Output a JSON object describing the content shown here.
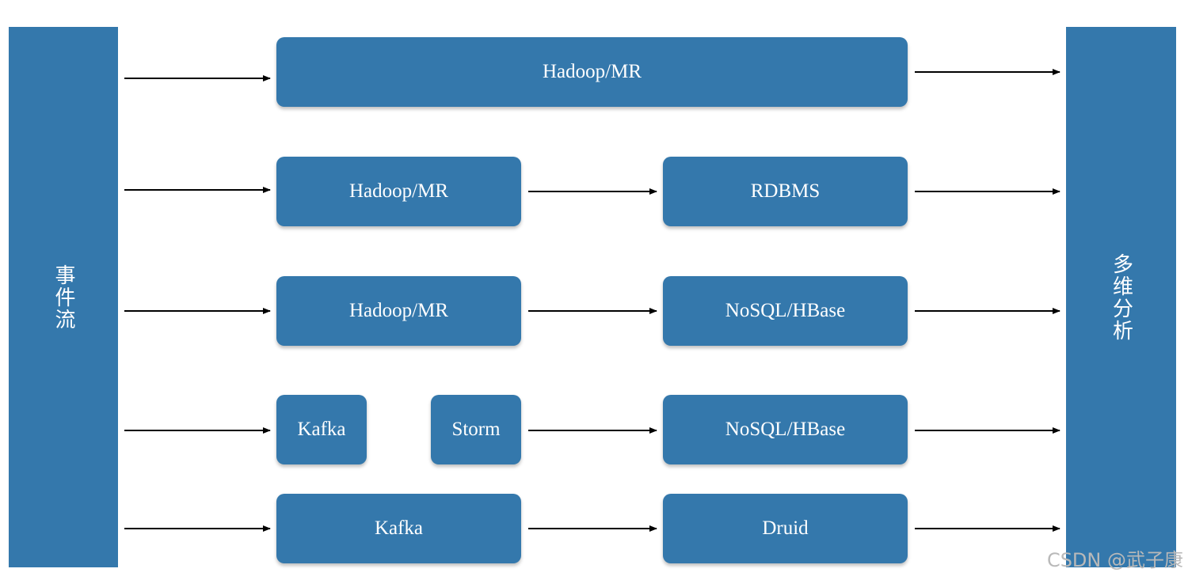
{
  "left_panel": {
    "label": "事件流"
  },
  "right_panel": {
    "label": "多维分析"
  },
  "rows": [
    {
      "stages": [
        "Hadoop/MR"
      ]
    },
    {
      "stages": [
        "Hadoop/MR",
        "RDBMS"
      ]
    },
    {
      "stages": [
        "Hadoop/MR",
        "NoSQL/HBase"
      ]
    },
    {
      "stages": [
        "Kafka",
        "Storm",
        "NoSQL/HBase"
      ]
    },
    {
      "stages": [
        "Kafka",
        "Druid"
      ]
    }
  ],
  "watermark": "CSDN @武子康",
  "colors": {
    "box_fill": "#3478ac",
    "box_text": "#ffffff",
    "arrow": "#000000",
    "watermark": "#b9b9b9"
  }
}
